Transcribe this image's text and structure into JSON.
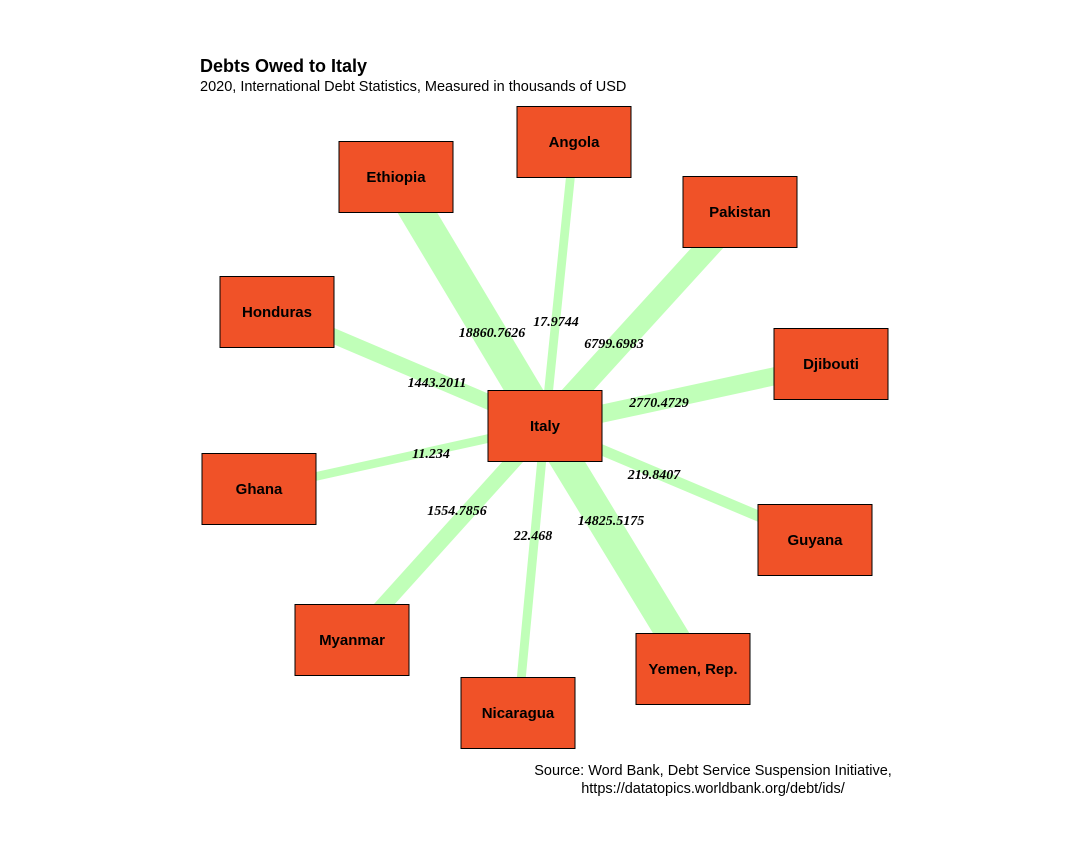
{
  "title": "Debts Owed to Italy",
  "subtitle": "2020, International Debt Statistics, Measured in thousands of USD",
  "source": {
    "line1": "Source: Word Bank, Debt Service Suspension Initiative,",
    "line2": "https://datatopics.worldbank.org/debt/ids/"
  },
  "colors": {
    "node_fill": "#f05228",
    "node_border": "#000000",
    "edge": "#c0ffb8"
  },
  "center": {
    "name": "Italy"
  },
  "edges": [
    {
      "target": "Angola",
      "value": 17.9744,
      "label": "17.9744"
    },
    {
      "target": "Ethiopia",
      "value": 18860.7626,
      "label": "18860.7626"
    },
    {
      "target": "Pakistan",
      "value": 6799.6983,
      "label": "6799.6983"
    },
    {
      "target": "Honduras",
      "value": 1443.2011,
      "label": "1443.2011"
    },
    {
      "target": "Djibouti",
      "value": 2770.4729,
      "label": "2770.4729"
    },
    {
      "target": "Ghana",
      "value": 11.234,
      "label": "11.234"
    },
    {
      "target": "Guyana",
      "value": 219.8407,
      "label": "219.8407"
    },
    {
      "target": "Myanmar",
      "value": 1554.7856,
      "label": "1554.7856"
    },
    {
      "target": "Yemen, Rep.",
      "value": 14825.5175,
      "label": "14825.5175"
    },
    {
      "target": "Nicaragua",
      "value": 22.468,
      "label": "22.468"
    }
  ]
}
